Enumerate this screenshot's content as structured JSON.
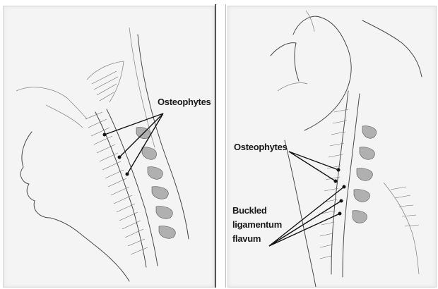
{
  "left_panel": {
    "osteophytes_label": "Osteophytes"
  },
  "right_panel": {
    "osteophytes_label": "Osteophytes",
    "buckled_label_line1": "Buckled",
    "buckled_label_line2": "ligamentum",
    "buckled_label_line3": "flavum"
  },
  "colors": {
    "line_art": "#4a4a4a",
    "vertebra_fill": "#b0b0b0",
    "background": "#f4f4f4"
  }
}
